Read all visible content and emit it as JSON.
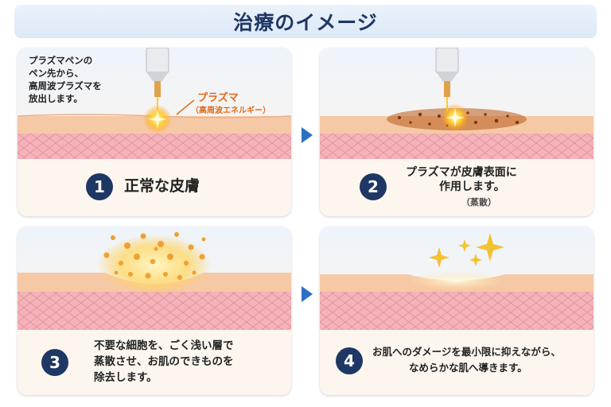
{
  "title": "治療のイメージ",
  "intro": {
    "line1": "プラズマペンの",
    "line2": "ペン先から、",
    "line3": "高周波プラズマを",
    "line4": "放出します。"
  },
  "plasma_label": {
    "main": "プラズマ",
    "sub": "（高周波エネルギー）"
  },
  "steps": [
    {
      "number": "1",
      "line1": "正常な皮膚"
    },
    {
      "number": "2",
      "line1": "プラズマが皮膚表面に",
      "line2": "作用します。",
      "note": "（蒸散）"
    },
    {
      "number": "3",
      "line1": "不要な細胞を、ごく浅い層で",
      "line2": "蒸散させ、お肌のできものを",
      "line3": "除去します。"
    },
    {
      "number": "4",
      "line1": "お肌へのダメージを最小限に抑えながら、",
      "line2": "なめらかな肌へ導きます。"
    }
  ],
  "colors": {
    "title_text": "#1f3764",
    "number_badge": "#1f3764",
    "arrow": "#2d6fc5",
    "plasma_label": "#e06a1a",
    "skin_top": "#f6c9a6",
    "skin_lower": "#f1a9b0"
  }
}
